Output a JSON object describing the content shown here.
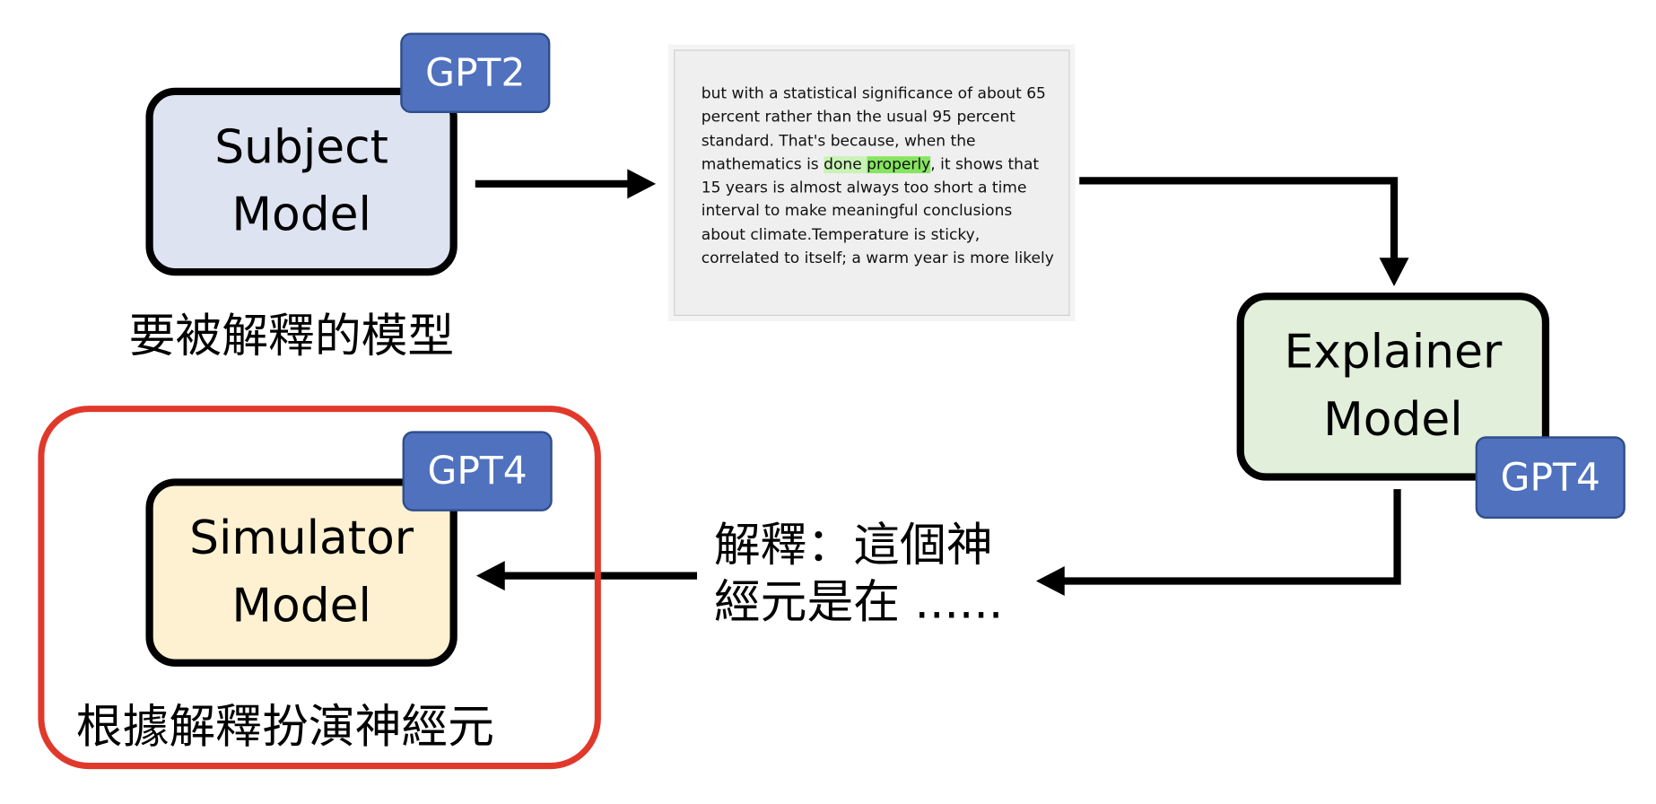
{
  "subject_model": {
    "label": "Subject\nModel",
    "badge": "GPT2",
    "caption": "要被解釋的模型",
    "fill": "#dde3f1"
  },
  "explainer_model": {
    "label": "Explainer\nModel",
    "badge": "GPT4",
    "fill": "#e2efda"
  },
  "simulator_model": {
    "label": "Simulator\nModel",
    "badge": "GPT4",
    "caption": "根據解釋扮演神經元",
    "fill": "#fdf1d1"
  },
  "text_sample": {
    "before": "but with a statistical significance of about 65 percent rather than the usual 95 percent standard. That's because, when the mathematics is ",
    "highlight_light": "done ",
    "highlight_strong": "properly",
    "after": ", it shows that 15 years is almost always too short a time interval to make meaningful conclusions about climate.Temperature is sticky, correlated to itself; a warm year is more likely"
  },
  "explanation": {
    "line1": "解釋：這個神",
    "line2": "經元是在 ......"
  },
  "colors": {
    "badge": "#4f71be",
    "highlight_frame": "#e0392b",
    "highlight_light": "#c9f2b6",
    "highlight_strong": "#86e55f"
  }
}
